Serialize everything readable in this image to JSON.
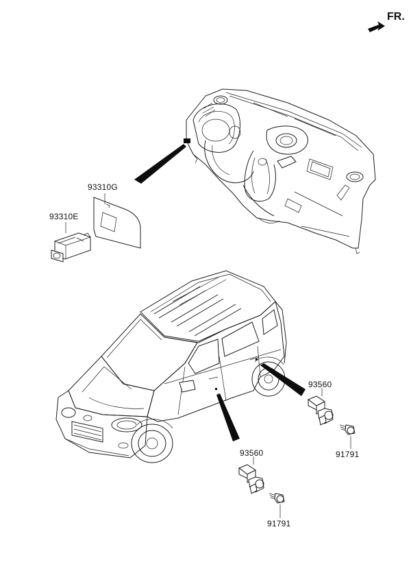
{
  "orientation": {
    "label": "FR."
  },
  "parts": {
    "p93310G": "93310G",
    "p93310E": "93310E",
    "p93560_right": "93560",
    "p91791_right": "91791",
    "p93560_left": "93560",
    "p91791_left": "91791"
  },
  "colors": {
    "line": "#1a1a1a",
    "background": "#ffffff"
  }
}
